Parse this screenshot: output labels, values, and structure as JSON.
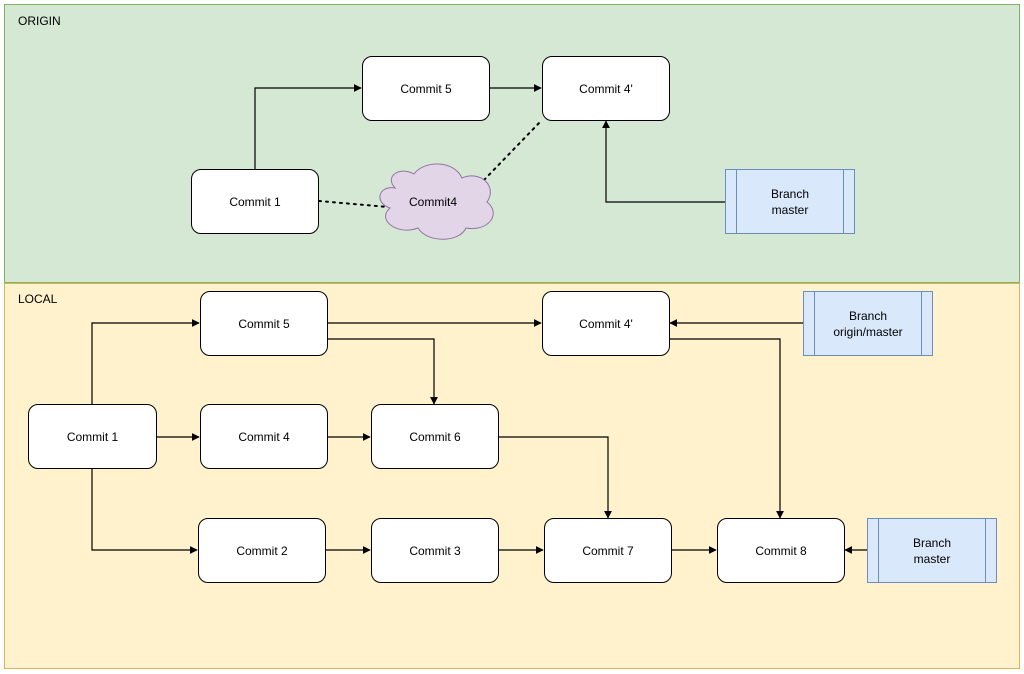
{
  "origin": {
    "title": "ORIGIN",
    "commit1": "Commit 1",
    "commit5": "Commit 5",
    "commit4prime": "Commit 4'",
    "commit4_cloud": "Commit4",
    "branch_master_line1": "Branch",
    "branch_master_line2": "master"
  },
  "local": {
    "title": "LOCAL",
    "commit1": "Commit 1",
    "commit2": "Commit 2",
    "commit3": "Commit 3",
    "commit4": "Commit 4",
    "commit5": "Commit 5",
    "commit6": "Commit 6",
    "commit7": "Commit 7",
    "commit8": "Commit 8",
    "commit4prime": "Commit 4'",
    "branch_origin_line1": "Branch",
    "branch_origin_line2": "origin/master",
    "branch_master_line1": "Branch",
    "branch_master_line2": "master"
  },
  "colors": {
    "origin_fill": "#d5e8d4",
    "local_fill": "#fff2cc",
    "branch_fill": "#dae8fc",
    "cloud_fill": "#e1d5e7"
  }
}
